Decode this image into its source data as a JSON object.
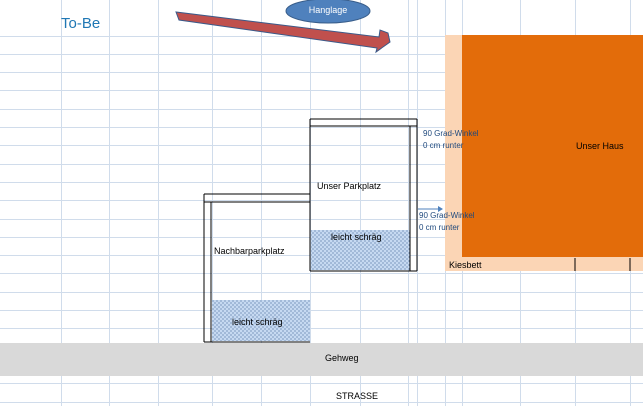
{
  "title": "To-Be",
  "slope_label": "Hanglage",
  "house": {
    "label": "Unser Haus",
    "gravel_label": "Kiesbett"
  },
  "our_parking": {
    "label": "Unser Parkplatz",
    "slope_label": "leicht schräg"
  },
  "neighbor_parking": {
    "label": "Nachbarparkplatz",
    "slope_label": "leicht schräg"
  },
  "notes": [
    {
      "line1": "90 Grad-Winkel",
      "line2": "0 cm runter"
    },
    {
      "line1": "90 Grad-Winkel",
      "line2": "0 cm runter"
    }
  ],
  "sidewalk_label": "Gehweg",
  "street_label": "STRASSE",
  "colors": {
    "house": "#e36c0a",
    "gravel": "#fbd5b5",
    "sidewalk": "#d9d9d9",
    "slope_fill": "#c6d9f1",
    "arrow": "#c0504d",
    "ellipse": "#4f81bd",
    "title": "#1f77b4",
    "note_text": "#1f497d",
    "grid": "#d0dceb"
  }
}
